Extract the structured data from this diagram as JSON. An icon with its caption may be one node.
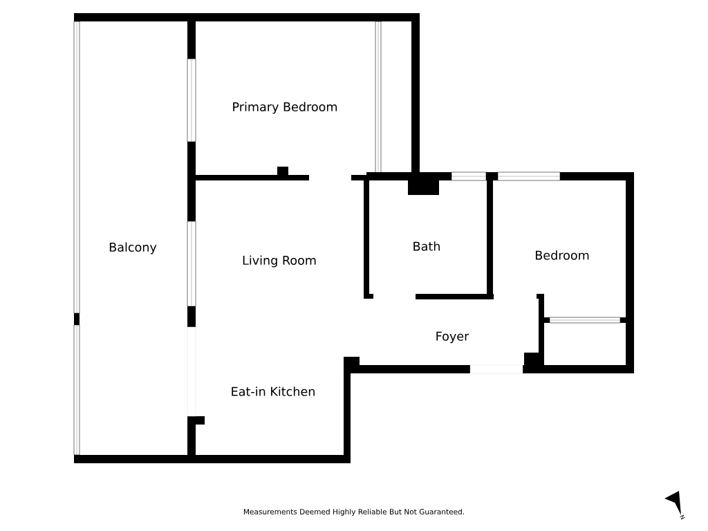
{
  "diagram": {
    "caption": "Measurements Deemed Highly Reliable But Not Guaranteed.",
    "labels": [
      "Primary Bedroom",
      "Balcony",
      "Living Room",
      "Bath",
      "Bedroom",
      "Foyer",
      "Eat-in Kitchen",
      "N"
    ]
  }
}
